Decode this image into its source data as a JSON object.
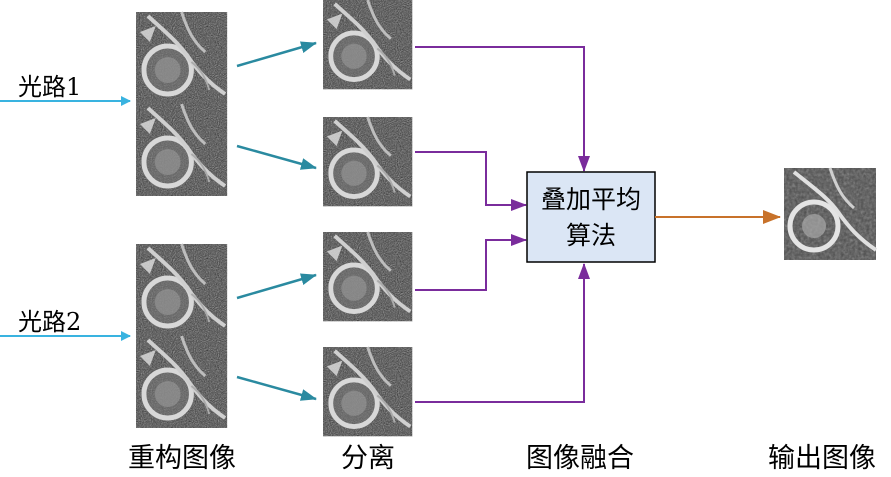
{
  "inputs": [
    {
      "label": "光路1"
    },
    {
      "label": "光路2"
    }
  ],
  "process_box": {
    "line1": "叠加平均",
    "line2": "算法"
  },
  "column_labels": {
    "reconstruct": "重构图像",
    "separate": "分离",
    "fusion": "图像融合",
    "output": "输出图像"
  },
  "colors": {
    "input_arrow": "#39b3e0",
    "split_arrow": "#2a8aa0",
    "fusion_line": "#7a2c9c",
    "output_arrow": "#c8722a",
    "box_fill": "#dbe6f5",
    "box_stroke": "#000000"
  }
}
